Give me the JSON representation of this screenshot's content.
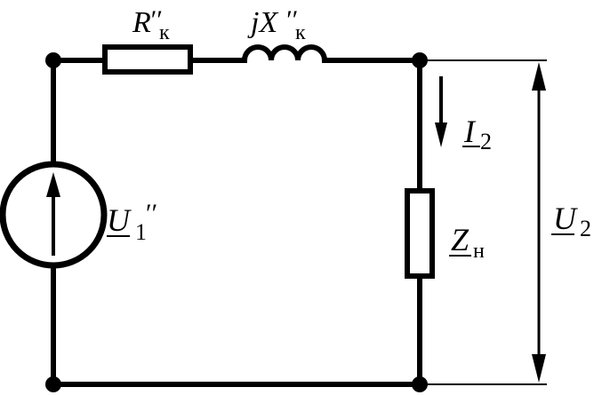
{
  "diagram": {
    "labels": {
      "resistor": {
        "main": "R",
        "prime": "′′",
        "sub": "к"
      },
      "reactance": {
        "main": "jX",
        "prime": "′′",
        "sub": "к"
      },
      "source": {
        "main": "U",
        "prime": "′′",
        "sub": "1"
      },
      "current": {
        "main": "I",
        "sub": "2"
      },
      "load": {
        "main": "Z",
        "sub": "н"
      },
      "voltage": {
        "main": "U",
        "sub": "2"
      }
    }
  }
}
